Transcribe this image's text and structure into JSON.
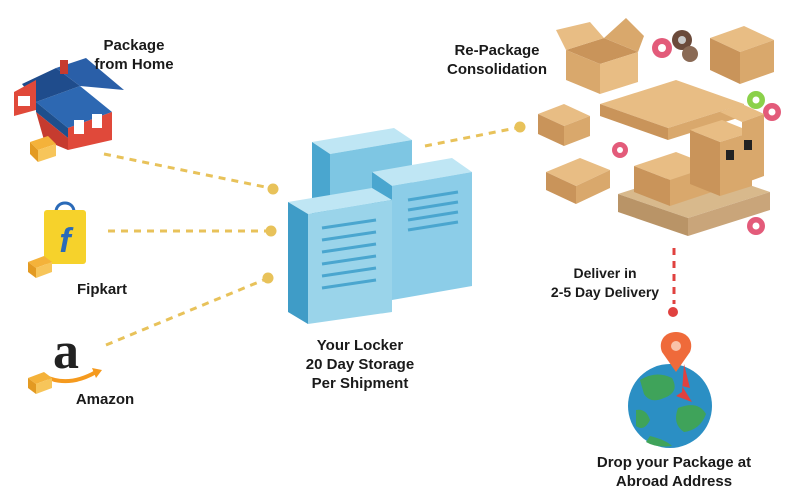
{
  "sources": {
    "home": {
      "line1": "Package",
      "line2": "from Home"
    },
    "flipkart": {
      "label": "Fipkart"
    },
    "amazon": {
      "label": "Amazon"
    }
  },
  "locker": {
    "line1": "Your Locker",
    "line2": "20 Day Storage",
    "line3": "Per Shipment"
  },
  "repackage": {
    "line1": "Re-Package",
    "line2": "Consolidation"
  },
  "delivery": {
    "line1": "Deliver in",
    "line2": "2-5 Day Delivery"
  },
  "destination": {
    "line1": "Drop your Package at",
    "line2": "Abroad Address"
  },
  "colors": {
    "connector": "#e8c25a",
    "delivery_line": "#e0413f",
    "server_light": "#9ad4ea",
    "server_dark": "#4aa6cf",
    "box": "#d9a86c",
    "globe_ocean": "#2b8fc4",
    "globe_land": "#3fa35a"
  },
  "icons": [
    "house-icon",
    "flipkart-bag-icon",
    "amazon-logo-icon",
    "server-icon",
    "boxes-icon",
    "globe-icon",
    "location-pin-icon"
  ]
}
